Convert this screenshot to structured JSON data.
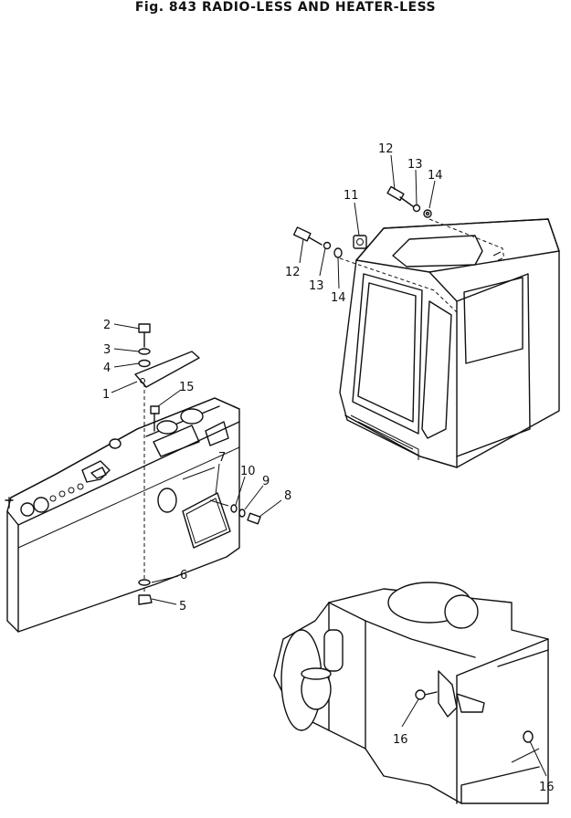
{
  "title": "Fig. 843   RADIO-LESS AND HEATER-LESS",
  "callouts": [
    "1",
    "2",
    "3",
    "4",
    "5",
    "6",
    "7",
    "8",
    "9",
    "10",
    "11",
    "12",
    "12",
    "13",
    "13",
    "14",
    "14",
    "15",
    "16",
    "16"
  ]
}
